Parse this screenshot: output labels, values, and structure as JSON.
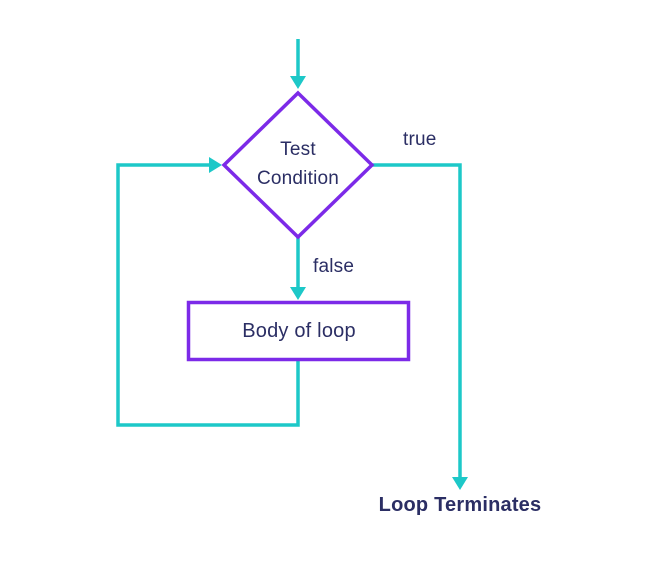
{
  "diagram": {
    "nodes": {
      "decision": {
        "label": "Test Condition",
        "shape": "diamond"
      },
      "process": {
        "label": "Body of loop",
        "shape": "rectangle"
      }
    },
    "edge_labels": {
      "true_branch": "true",
      "false_branch": "false",
      "terminate": "Loop Terminates"
    },
    "colors": {
      "arrow": "#1dc8c8",
      "node_border": "#7c2ae8",
      "node_fill": "#ffffff",
      "text": "#2b2e64",
      "background": "#ffffff"
    }
  }
}
